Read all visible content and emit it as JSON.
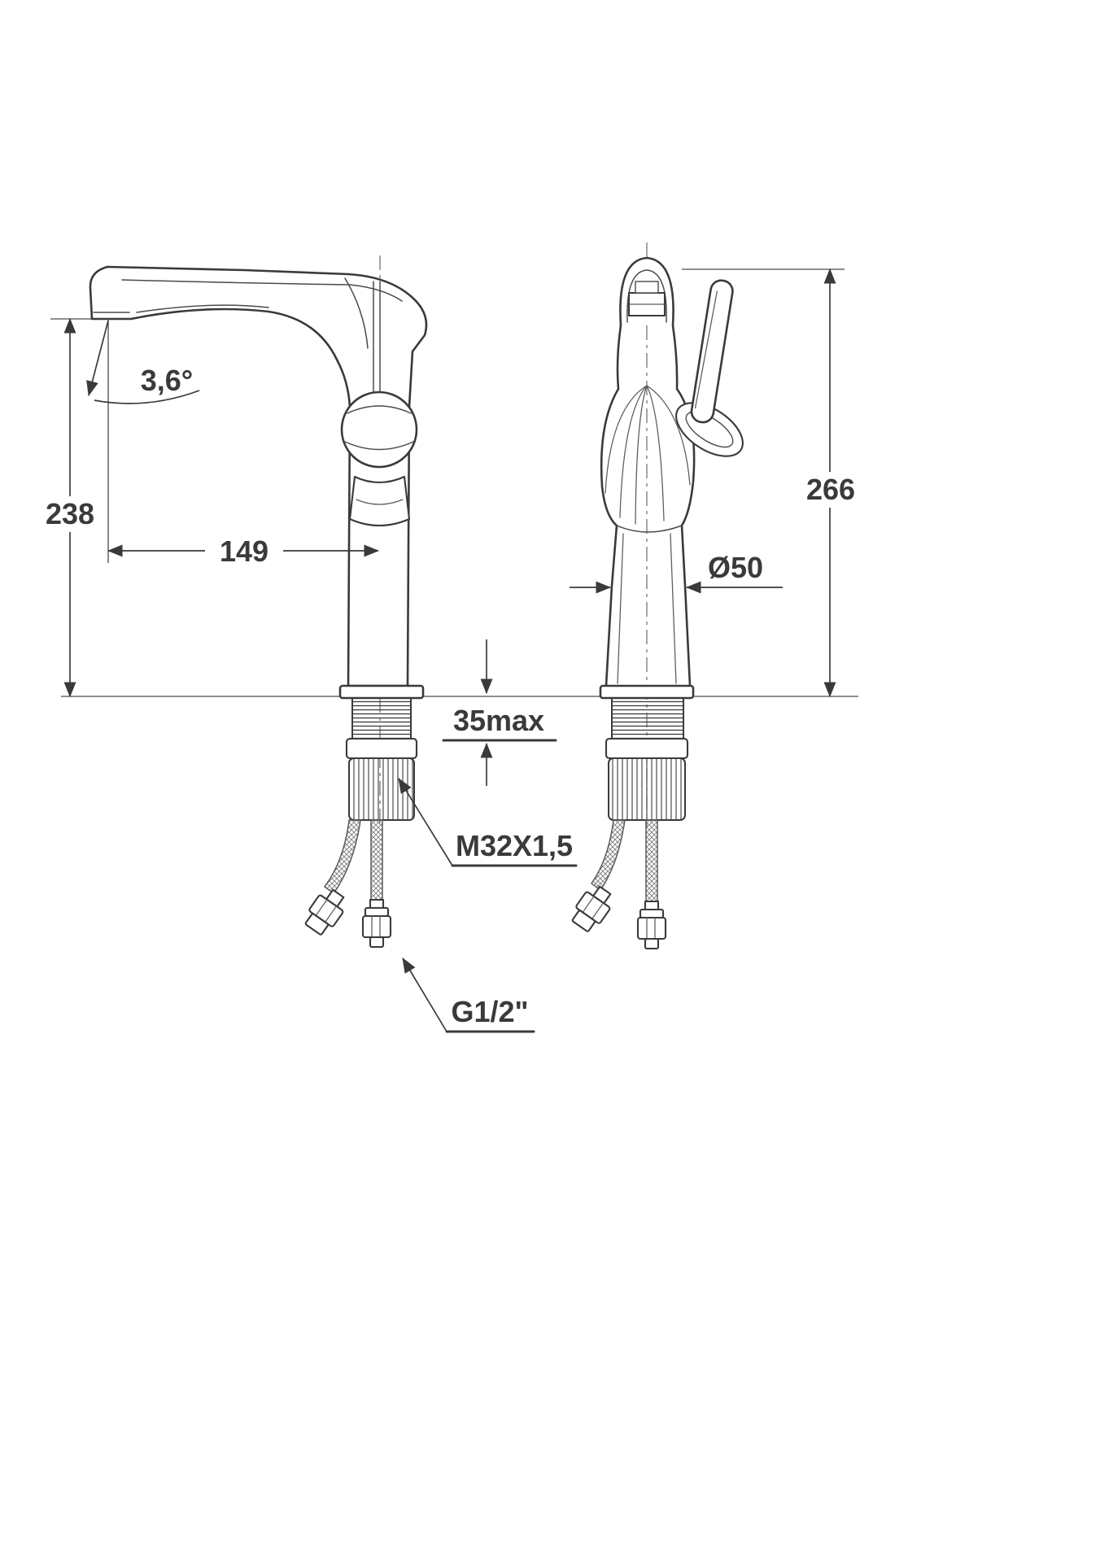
{
  "page": {
    "background": "#ffffff"
  },
  "drawing": {
    "type": "technical-drawing",
    "subject": "single-lever high-spout faucet, side view and front view with installation dimensions",
    "colors": {
      "line": "#3a3a3a",
      "text": "#3a3a3a",
      "background": "#ffffff"
    },
    "dimensions": {
      "spout_angle": "3,6°",
      "height_to_spout": "238",
      "spout_reach": "149",
      "overall_height": "266",
      "body_diameter": "Ø50",
      "max_deck_thickness": "35max",
      "mounting_thread": "M32X1,5",
      "supply_hose_thread": "G1/2\""
    }
  }
}
